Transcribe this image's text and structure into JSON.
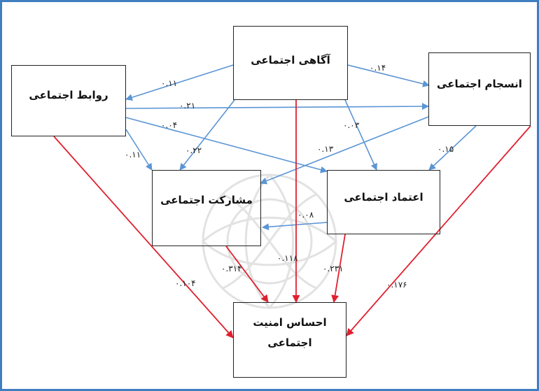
{
  "colors": {
    "frame": "#3f7fc0",
    "blue_path": "#5b95d4",
    "red_path": "#e0202f",
    "watermark": "#dcdcdc"
  },
  "nodes": {
    "awareness": "آگاهی اجتماعی",
    "cohesion": "انسجام اجتماعی",
    "relations": "روابط اجتماعی",
    "participation": "مشارکت اجتماعی",
    "trust": "اعتماد اجتماعی",
    "security_line1": "احساس امنیت",
    "security_line2": "اجتماعی"
  },
  "coefficients": {
    "awareness_relations": "۰.۱۱",
    "awareness_cohesion": "۰.۱۴",
    "relations_cohesion": "۰.۲۱",
    "relations_trust": "۰.۰۴",
    "relations_participation": "۰.۱۱",
    "awareness_participation": "۰.۲۲",
    "awareness_trust": "۰.۰۳",
    "cohesion_participation": "۰.۱۳",
    "cohesion_trust": "۰.۱۵",
    "trust_participation": "۰.۰۸",
    "participation_security": "۰.۳۱۴",
    "awareness_security": "۰.۱۱۸",
    "trust_security": "۰.۲۳۱",
    "relations_security": "۰.۱۰۴",
    "cohesion_security": "۰.۱۷۶"
  }
}
